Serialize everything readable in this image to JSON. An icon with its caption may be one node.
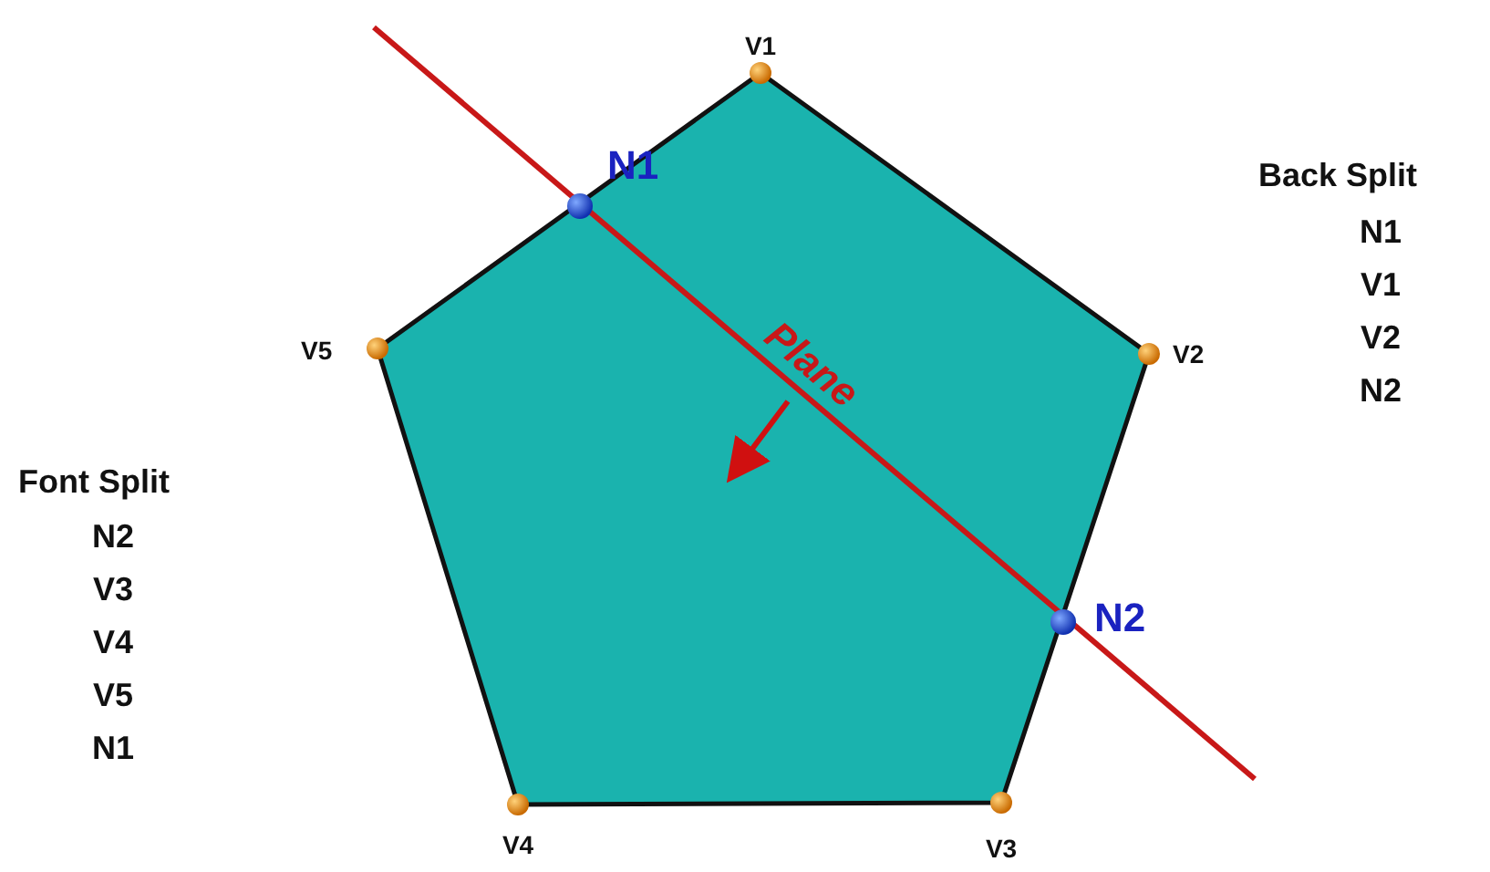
{
  "diagram": {
    "labels": [
      "V1",
      "N1",
      "Back Split",
      "N1",
      "V1",
      "V2",
      "N2",
      "Plane",
      "V5",
      "V2",
      "Font Split",
      "N2",
      "V3",
      "V4",
      "V5",
      "N1",
      "N2",
      "V4",
      "V3"
    ]
  }
}
